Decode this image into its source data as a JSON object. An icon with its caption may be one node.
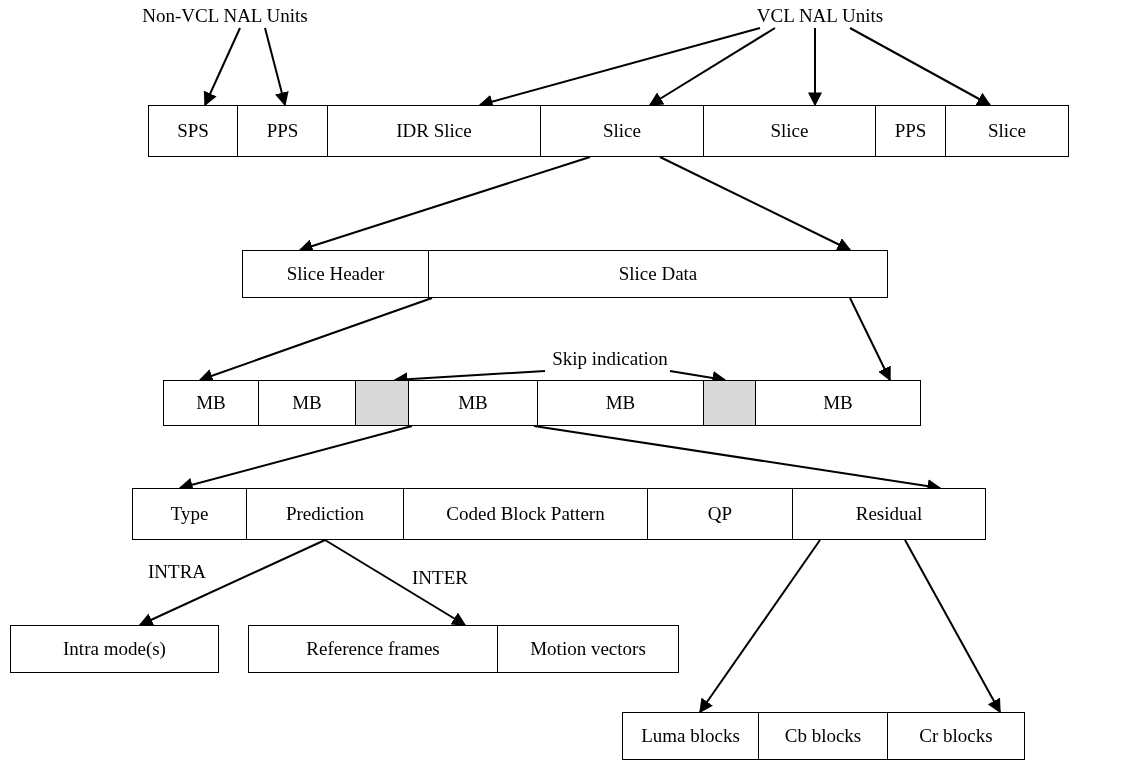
{
  "diagram": {
    "nodes": [
      {
        "text": [
          "Non-VCL NAL Units"
        ]
      },
      {
        "text": [
          "VCL NAL Units"
        ]
      },
      {
        "text": [
          "SPS"
        ]
      },
      {
        "text": [
          "PPS"
        ]
      },
      {
        "text": [
          "IDR Slice"
        ]
      },
      {
        "text": [
          "Slice"
        ]
      },
      {
        "text": [
          "Slice"
        ]
      },
      {
        "text": [
          "PPS"
        ]
      },
      {
        "text": [
          "Slice"
        ]
      },
      {
        "text": [
          "Slice Header"
        ]
      },
      {
        "text": [
          "Slice Data"
        ]
      },
      {
        "text": [
          "Skip indication"
        ]
      },
      {
        "text": [
          "MB"
        ]
      },
      {
        "text": [
          "MB"
        ]
      },
      {
        "text": [],
        "shape": "box"
      },
      {
        "text": [
          "MB"
        ]
      },
      {
        "text": [
          "MB"
        ]
      },
      {
        "text": [],
        "shape": "box"
      },
      {
        "text": [
          "MB"
        ]
      },
      {
        "text": [
          "Type"
        ]
      },
      {
        "text": [
          "Prediction"
        ]
      },
      {
        "text": [
          "Coded Block Pattern"
        ]
      },
      {
        "text": [
          "QP"
        ]
      },
      {
        "text": [
          "Residual"
        ]
      },
      {
        "text": [
          "Intra mode(s)"
        ]
      },
      {
        "text": [
          "Reference frames"
        ]
      },
      {
        "text": [
          "Motion vectors"
        ]
      },
      {
        "text": [
          "Luma blocks"
        ]
      },
      {
        "text": [
          "Cb blocks"
        ]
      },
      {
        "text": [
          "Cr blocks"
        ]
      }
    ],
    "edges": [
      {
        "from": 0,
        "to": 2,
        "arrow": "to"
      },
      {
        "from": 0,
        "to": 3,
        "arrow": "to"
      },
      {
        "from": 1,
        "to": 4,
        "arrow": "to"
      },
      {
        "from": 1,
        "to": 5,
        "arrow": "to"
      },
      {
        "from": 1,
        "to": 6,
        "arrow": "to"
      },
      {
        "from": 1,
        "to": 8,
        "arrow": "to"
      },
      {
        "from": 5,
        "to": 9,
        "arrow": "to"
      },
      {
        "from": 5,
        "to": 10,
        "arrow": "to"
      },
      {
        "from": 10,
        "to": 12,
        "arrow": "to"
      },
      {
        "from": 10,
        "to": 18,
        "arrow": "to"
      },
      {
        "from": 11,
        "to": 14,
        "arrow": "to"
      },
      {
        "from": 11,
        "to": 17,
        "arrow": "to"
      },
      {
        "from": 15,
        "to": 19,
        "arrow": "to"
      },
      {
        "from": 15,
        "to": 23,
        "arrow": "to"
      },
      {
        "from": 20,
        "to": 24,
        "label": "INTRA",
        "arrow": "to"
      },
      {
        "from": 20,
        "to": 25,
        "label": "INTER",
        "arrow": "to"
      },
      {
        "from": 23,
        "to": 27,
        "arrow": "to"
      },
      {
        "from": 23,
        "to": 29,
        "arrow": "to"
      }
    ]
  }
}
